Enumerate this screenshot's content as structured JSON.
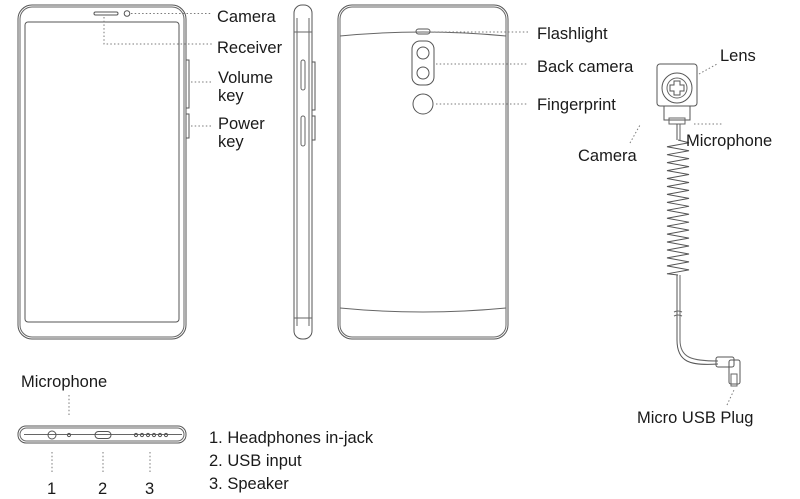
{
  "labels": {
    "camera_front": "Camera",
    "receiver": "Receiver",
    "volume_key_line1": "Volume",
    "volume_key_line2": "key",
    "power_key_line1": "Power",
    "power_key_line2": "key",
    "flashlight": "Flashlight",
    "back_camera": "Back camera",
    "fingerprint": "Fingerprint",
    "lens": "Lens",
    "camera_module": "Camera",
    "microphone_module": "Microphone",
    "micro_usb_plug": "Micro USB Plug",
    "microphone_bottom": "Microphone"
  },
  "bottom_ports": {
    "numbers": [
      "1",
      "2",
      "3"
    ],
    "legend": [
      "1. Headphones in-jack",
      "2. USB input",
      "3. Speaker"
    ]
  }
}
